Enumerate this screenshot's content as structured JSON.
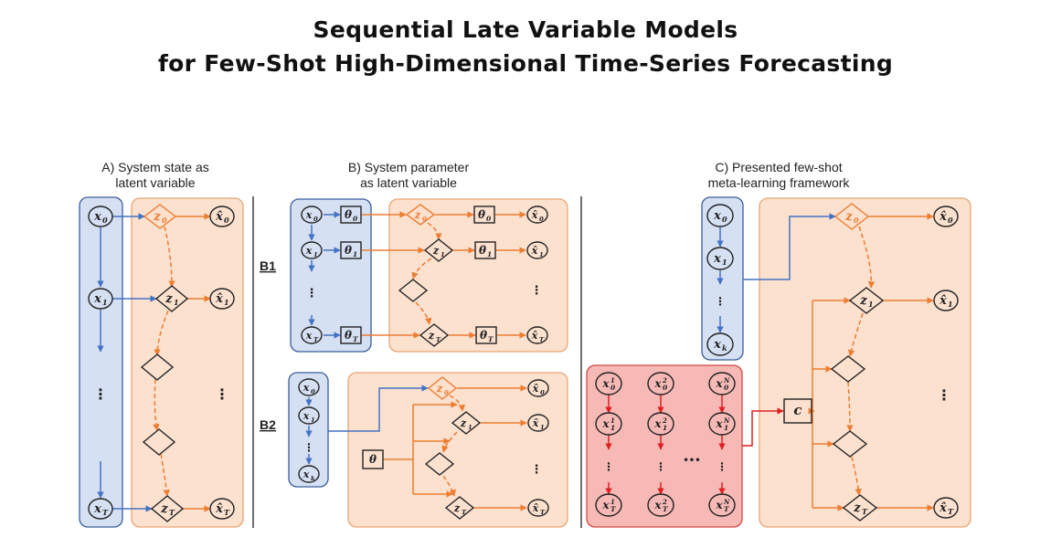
{
  "title": {
    "line1": "Sequential Late Variable Models",
    "line2": "for Few-Shot High-Dimensional Time-Series Forecasting"
  },
  "panels": {
    "a": {
      "title1": "A) System state as",
      "title2": "latent variable"
    },
    "b": {
      "title1": "B) System parameter",
      "title2": "as latent variable",
      "b1_label": "B1",
      "b2_label": "B2"
    },
    "c": {
      "title1": "C) Presented few-shot",
      "title2": "meta-learning framework"
    }
  },
  "symbols": {
    "x0": {
      "b": "x",
      "s": "0"
    },
    "x1": {
      "b": "x",
      "s": "1"
    },
    "xT": {
      "b": "x",
      "s": "T"
    },
    "xk": {
      "b": "x",
      "s": "k"
    },
    "z0": {
      "b": "z",
      "s": "0"
    },
    "z1": {
      "b": "z",
      "s": "1"
    },
    "zT": {
      "b": "z",
      "s": "T"
    },
    "xh0": {
      "b": "x̂",
      "s": "0"
    },
    "xh1": {
      "b": "x̂",
      "s": "1"
    },
    "xhT": {
      "b": "x̂",
      "s": "T"
    },
    "th0": {
      "b": "θ",
      "s": "0"
    },
    "th1": {
      "b": "θ",
      "s": "1"
    },
    "thT": {
      "b": "θ",
      "s": "T"
    },
    "th": {
      "b": "θ"
    },
    "c": {
      "b": "c"
    },
    "x0_1": {
      "b": "x",
      "s": "0",
      "p": "1"
    },
    "x0_2": {
      "b": "x",
      "s": "0",
      "p": "2"
    },
    "x0_N": {
      "b": "x",
      "s": "0",
      "p": "N"
    },
    "x1_1": {
      "b": "x",
      "s": "1",
      "p": "1"
    },
    "x1_2": {
      "b": "x",
      "s": "1",
      "p": "2"
    },
    "x1_N": {
      "b": "x",
      "s": "1",
      "p": "N"
    },
    "xT_1": {
      "b": "x",
      "s": "T",
      "p": "1"
    },
    "xT_2": {
      "b": "x",
      "s": "T",
      "p": "2"
    },
    "xT_N": {
      "b": "x",
      "s": "T",
      "p": "N"
    },
    "vdots": {
      "b": "⋮"
    },
    "hdots": {
      "b": "•••"
    }
  },
  "colors": {
    "blue": "#4472c4",
    "orange": "#ed7d31",
    "red": "#e02020",
    "blue_fill": "#d6e0f3",
    "blue_stroke": "#3a5d9c",
    "orange_fill": "#fce1cf",
    "orange_stroke": "#e9a574",
    "red_fill": "#f6b9b6",
    "red_stroke": "#d34848"
  }
}
